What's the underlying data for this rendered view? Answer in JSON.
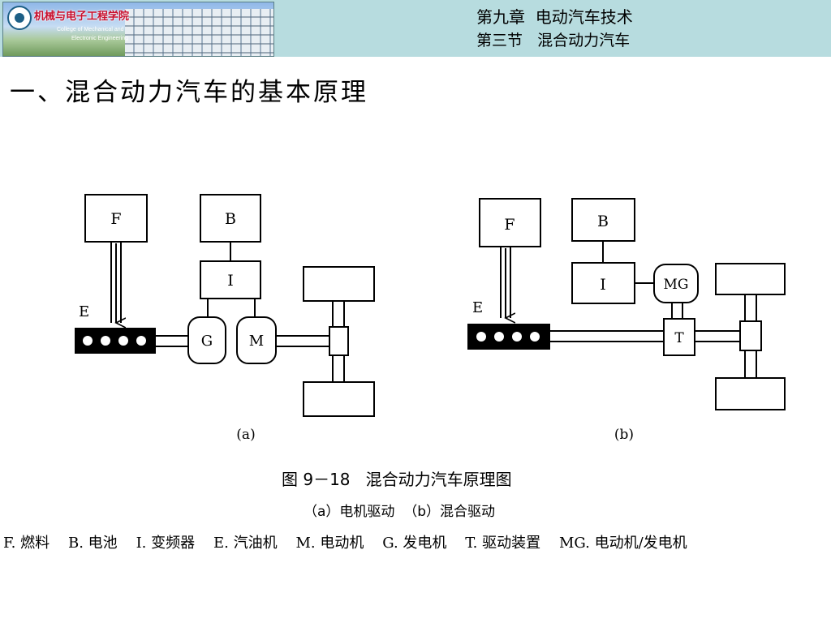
{
  "header": {
    "logo": {
      "name_cn": "机械与电子工程学院",
      "name_en_line1": "College of Mechanical and",
      "name_en_line2": "Electronic Engineering"
    },
    "chapter": "第九章  电动汽车技术",
    "section": "第三节   混合动力汽车"
  },
  "slide": {
    "title": "一、混合动力汽车的基本原理"
  },
  "diagram_a": {
    "label": "(a)",
    "boxes": {
      "fuel": "F",
      "battery": "B",
      "inverter": "I",
      "generator": "G",
      "motor": "M"
    },
    "engine_label": "E"
  },
  "diagram_b": {
    "label": "(b)",
    "boxes": {
      "fuel": "F",
      "battery": "B",
      "inverter": "I",
      "motor_generator": "MG",
      "transmission": "T"
    },
    "engine_label": "E"
  },
  "figure": {
    "caption": "图 9－18   混合动力汽车原理图",
    "subcaption": "（a）电机驱动  （b）混合驱动",
    "legend": "F. 燃料    B. 电池    I. 变频器    E. 汽油机    M. 电动机    G. 发电机    T. 驱动装置    MG. 电动机/发电机"
  }
}
